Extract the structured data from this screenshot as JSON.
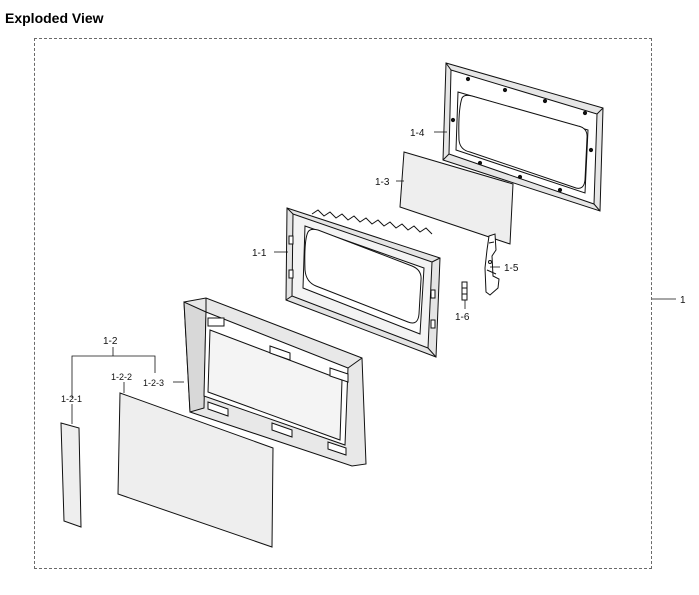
{
  "header": {
    "title": "Exploded View"
  },
  "callouts": {
    "assembly": "1",
    "frame_1_1": "1-1",
    "door_1_2": "1-2",
    "part_1_2_1": "1-2-1",
    "part_1_2_2": "1-2-2",
    "part_1_2_3": "1-2-3",
    "screen_1_3": "1-3",
    "choke_1_4": "1-4",
    "hinge_1_5": "1-5",
    "spring_1_6": "1-6"
  }
}
